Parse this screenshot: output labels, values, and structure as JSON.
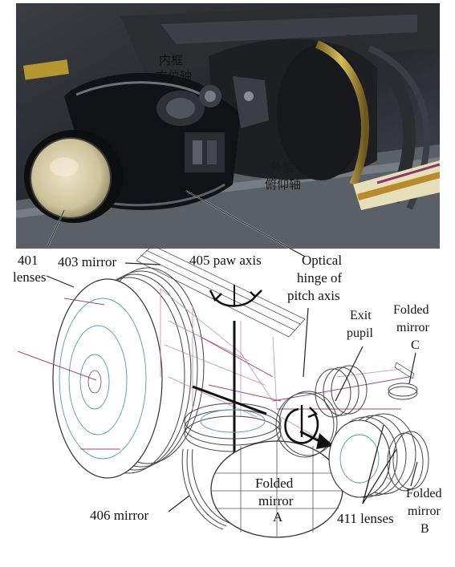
{
  "photo": {
    "label_inner_frame": [
      "内框",
      "方位轴"
    ],
    "label_outer_frame": [
      "外框",
      "俯仰轴"
    ],
    "colors": {
      "bg_dark": "#2a2c30",
      "brass": "#b89a3a",
      "lens": "#d8cfb0",
      "metal": "#6a6e74"
    }
  },
  "diagram": {
    "labels": {
      "lenses_401": [
        "401",
        "lenses"
      ],
      "mirror_403": "403 mirror",
      "paw_axis_405": "405 paw axis",
      "optical_hinge": [
        "Optical",
        "hinge of",
        "pitch axis"
      ],
      "exit_pupil": [
        "Exit",
        "pupil"
      ],
      "folded_mirror_c": [
        "Folded",
        "mirror",
        "C"
      ],
      "folded_mirror_a": [
        "Folded",
        "mirror",
        "A"
      ],
      "mirror_406": "406 mirror",
      "lenses_411": "411 lenses",
      "folded_mirror_b": [
        "Folded",
        "mirror",
        "B"
      ]
    },
    "colors": {
      "ray": "#a0467c",
      "ray_light": "#c98aa8",
      "ring": "#4aa0a8",
      "outline": "#444444"
    }
  }
}
